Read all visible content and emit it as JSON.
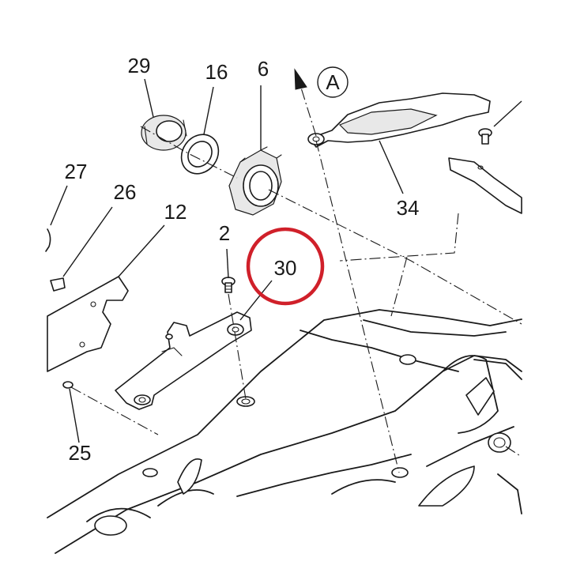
{
  "diagram": {
    "callouts": [
      {
        "id": "c29",
        "label": "29"
      },
      {
        "id": "c16",
        "label": "16"
      },
      {
        "id": "c6",
        "label": "6"
      },
      {
        "id": "cA",
        "label": "A"
      },
      {
        "id": "c34",
        "label": "34"
      },
      {
        "id": "c27",
        "label": "27"
      },
      {
        "id": "c26",
        "label": "26"
      },
      {
        "id": "c12",
        "label": "12"
      },
      {
        "id": "c2",
        "label": "2"
      },
      {
        "id": "c30",
        "label": "30"
      },
      {
        "id": "c25",
        "label": "25"
      }
    ],
    "highlight_color": "#d0202a",
    "line_color": "#1a1a1a",
    "highlighted_callout": "30"
  }
}
